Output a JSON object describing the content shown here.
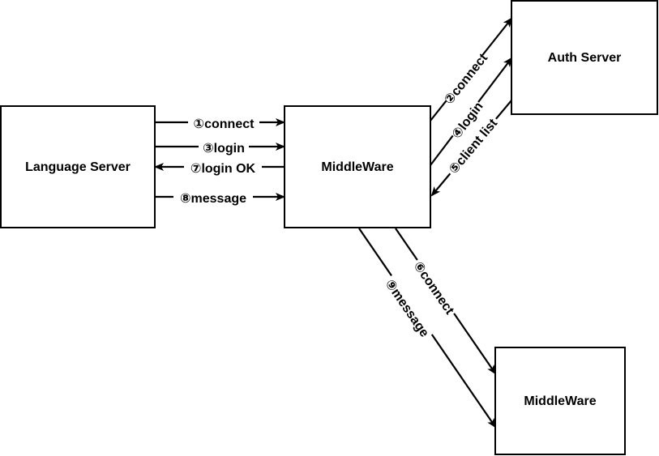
{
  "nodes": {
    "language_server": {
      "label": "Language Server"
    },
    "middleware_main": {
      "label": "MiddleWare"
    },
    "auth_server": {
      "label": "Auth Server"
    },
    "middleware_peer": {
      "label": "MiddleWare"
    }
  },
  "edges": [
    {
      "id": "e1",
      "label": "①connect"
    },
    {
      "id": "e3",
      "label": "③login"
    },
    {
      "id": "e7",
      "label": "⑦login OK"
    },
    {
      "id": "e8",
      "label": "⑧message"
    },
    {
      "id": "e2",
      "label": "②connect"
    },
    {
      "id": "e4",
      "label": "④login"
    },
    {
      "id": "e5",
      "label": "⑤client list"
    },
    {
      "id": "e6",
      "label": "⑥connect"
    },
    {
      "id": "e9",
      "label": "⑨message"
    }
  ],
  "colors": {
    "stroke": "#000000",
    "fill": "#ffffff",
    "text": "#000000"
  }
}
